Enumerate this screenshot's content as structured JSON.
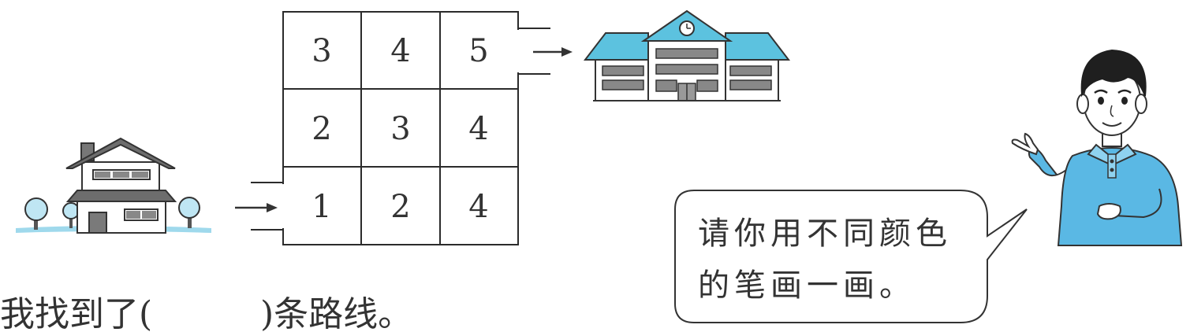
{
  "grid": {
    "rows": [
      [
        "3",
        "4",
        "5"
      ],
      [
        "2",
        "3",
        "4"
      ],
      [
        "1",
        "2",
        "4"
      ]
    ]
  },
  "bubble": {
    "line1": "请你用不同颜色",
    "line2": "的笔画一画。"
  },
  "question": {
    "prefix": "我找到了(",
    "suffix": ")条路线。"
  },
  "icons": {
    "home": "house-icon",
    "school": "school-icon",
    "boy": "boy-figure",
    "arrow": "right-arrow-icon"
  },
  "colors": {
    "line": "#2b2b2b",
    "sky_blue": "#9fd9ec",
    "roof_blue": "#5cc2df",
    "shirt_blue": "#5ab8e4",
    "roof_gray": "#6d6d6d"
  }
}
